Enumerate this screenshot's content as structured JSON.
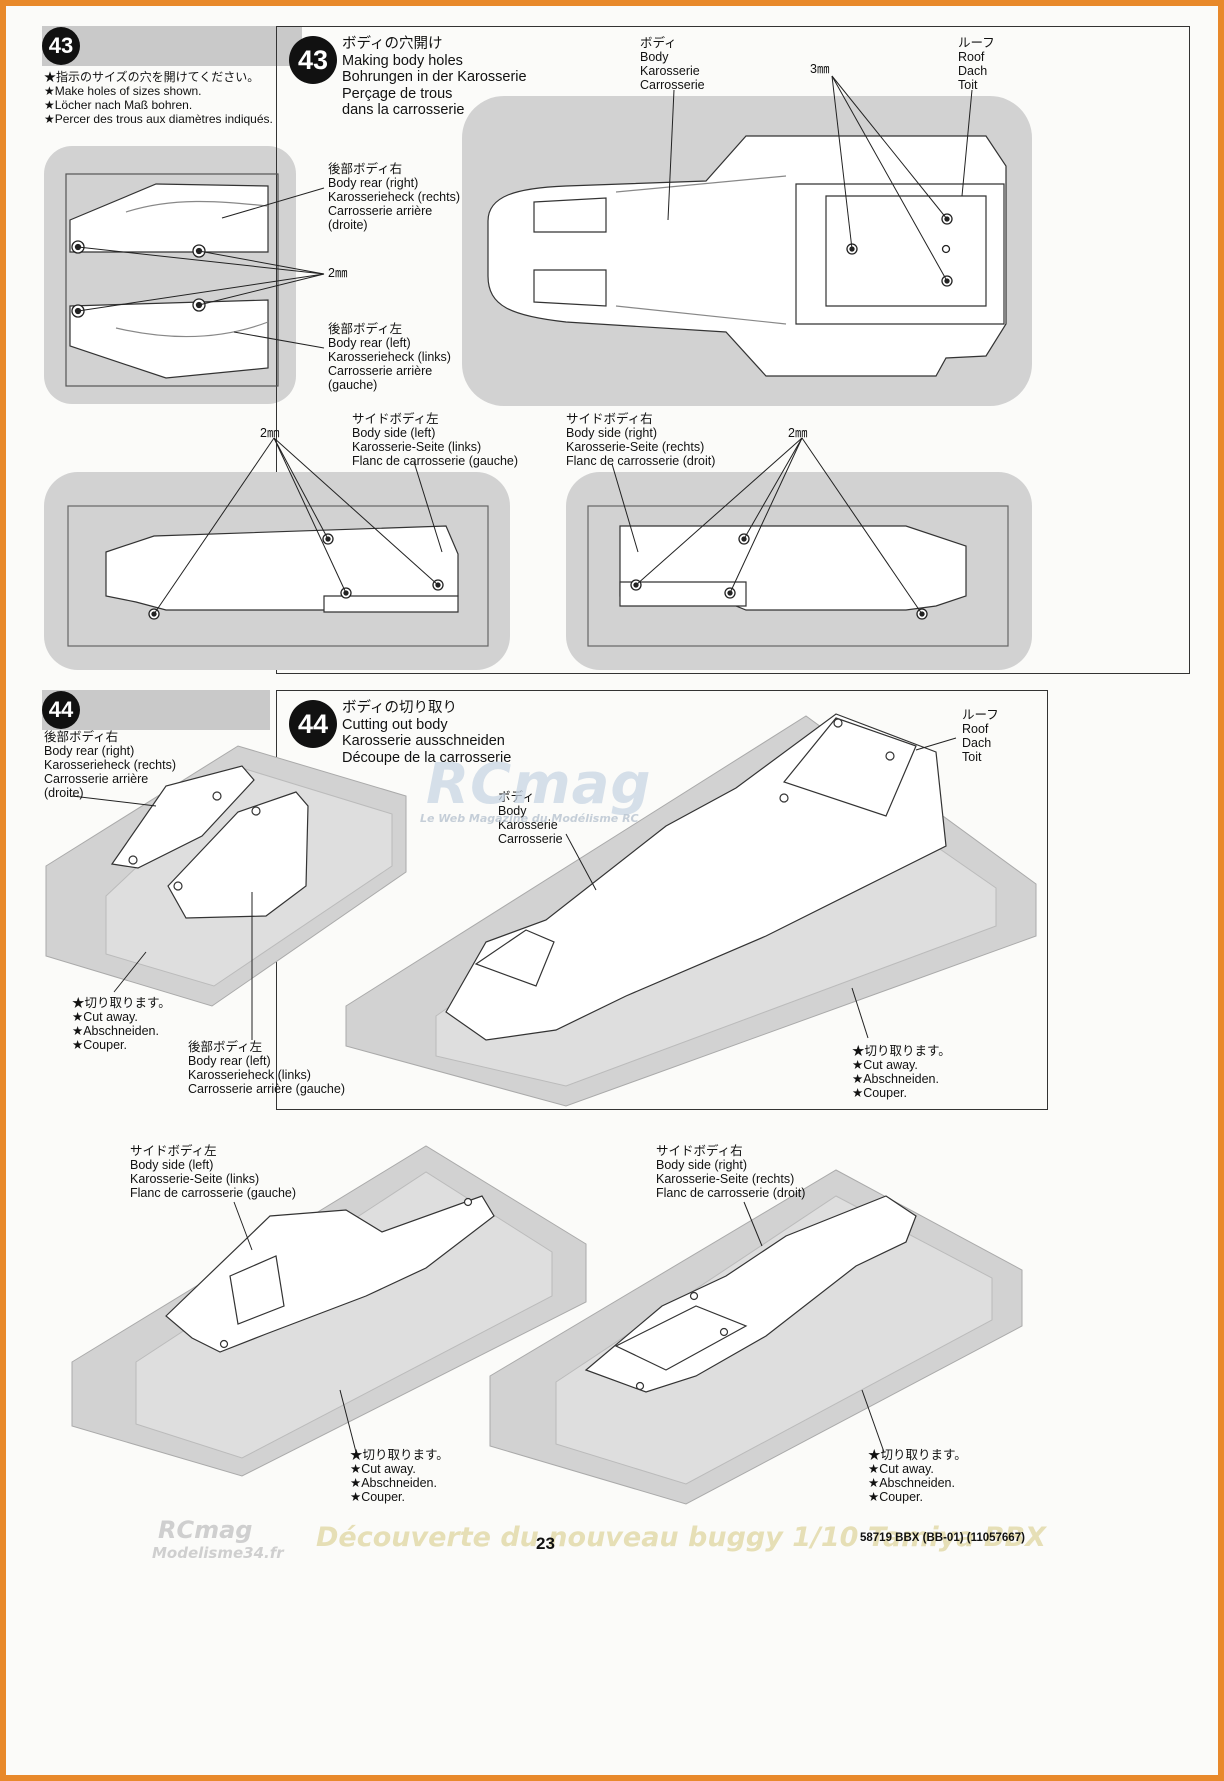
{
  "step43": {
    "number": "43",
    "instructions": "★指示のサイズの穴を開けてください。\n★Make holes of sizes shown.\n★Löcher nach Maß bohren.\n★Percer des trous aux diamètres indiqués.",
    "title": "ボディの穴開け\nMaking body holes\nBohrungen in der Karosserie\nPerçage de trous\ndans la carrosserie",
    "labels": {
      "body_rear_right": "後部ボディ右\nBody rear (right)\nKarosserieheck (rechts)\nCarrosserie arrière\n(droite)",
      "body_rear_left": "後部ボディ左\nBody rear (left)\nKarosserieheck (links)\nCarrosserie arrière\n(gauche)",
      "body": "ボディ\nBody\nKarosserie\nCarrosserie",
      "roof": "ルーフ\nRoof\nDach\nToit",
      "body_side_left": "サイドボディ左\nBody side (left)\nKarosserie-Seite (links)\nFlanc de carrosserie (gauche)",
      "body_side_right": "サイドボディ右\nBody side (right)\nKarosserie-Seite (rechts)\nFlanc de carrosserie (droit)"
    },
    "sizes": {
      "rear": "2㎜",
      "body": "3㎜",
      "side_left": "2㎜",
      "side_right": "2㎜"
    }
  },
  "step44": {
    "number": "44",
    "title": "ボディの切り取り\nCutting out body\nKarosserie ausschneiden\nDécoupe de la carrosserie",
    "labels": {
      "body_rear_right": "後部ボディ右\nBody rear (right)\nKarosserieheck (rechts)\nCarrosserie arrière\n(droite)",
      "body_rear_left": "後部ボディ左\nBody rear (left)\nKarosserieheck (links)\nCarrosserie arrière (gauche)",
      "body": "ボディ\nBody\nKarosserie\nCarrosserie",
      "roof": "ルーフ\nRoof\nDach\nToit",
      "body_side_left": "サイドボディ左\nBody side (left)\nKarosserie-Seite (links)\nFlanc de carrosserie (gauche)",
      "body_side_right": "サイドボディ右\nBody side (right)\nKarosserie-Seite (rechts)\nFlanc de carrosserie (droit)"
    },
    "cut_away": "★切り取ります。\n★Cut away.\n★Abschneiden.\n★Couper."
  },
  "footer": {
    "page_number": "23",
    "product_code": "58719 BBX (BB-01) (11057667)",
    "watermark_caption": "Découverte du nouveau buggy 1/10 Tamiya BBX",
    "logo_line1": "RCmag",
    "logo_line2": "Modelisme34.fr"
  },
  "center_watermark": {
    "logo": "RCmag",
    "tagline": "Le Web Magazine du Modélisme RC"
  },
  "colors": {
    "border": "#e8892b",
    "tray": "#d2d2d2",
    "header_bar": "#c9c9c9"
  }
}
